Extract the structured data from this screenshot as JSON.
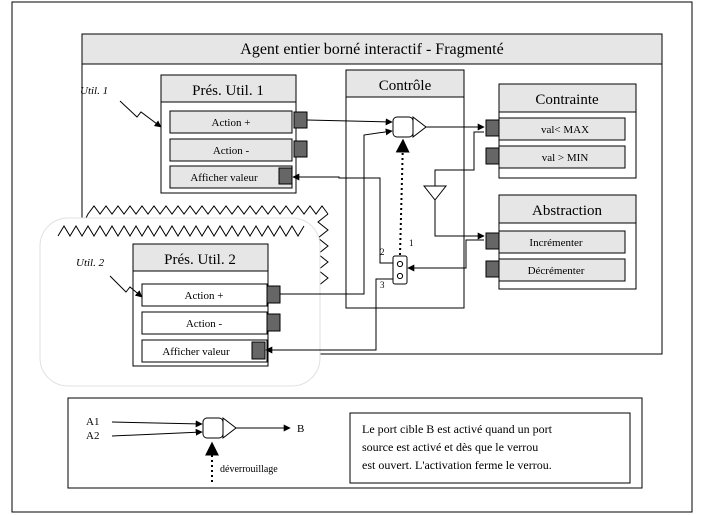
{
  "diagram": {
    "title": "Agent entier borné interactif - Fragmenté",
    "user1": {
      "tag": "Util. 1",
      "title": "Prés. Util. 1",
      "items": [
        "Action +",
        "Action -",
        "Afficher valeur"
      ]
    },
    "user2": {
      "tag": "Util. 2",
      "title": "Prés. Util. 2",
      "items": [
        "Action +",
        "Action -",
        "Afficher valeur"
      ]
    },
    "control": {
      "title": "Contrôle",
      "ports": [
        "1",
        "2",
        "3"
      ]
    },
    "constraint": {
      "title": "Contrainte",
      "items": [
        "val< MAX",
        "val > MIN"
      ]
    },
    "abstraction": {
      "title": "Abstraction",
      "items": [
        "Incrémenter",
        "Décrémenter"
      ]
    },
    "legend": {
      "inputs": [
        "A1",
        "A2"
      ],
      "output": "B",
      "unlock": "déverrouillage",
      "description": [
        "Le port cible B est activé quand un port",
        "source est activé et dès que le verrou",
        "est ouvert. L'activation ferme le verrou."
      ]
    }
  }
}
